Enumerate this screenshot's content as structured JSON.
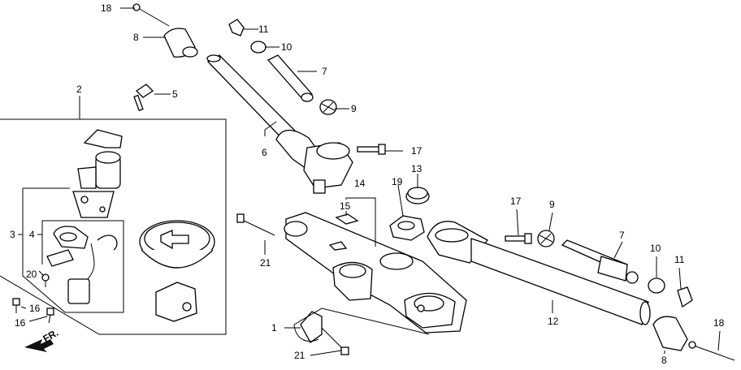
{
  "callouts": {
    "c1": "1",
    "c2": "2",
    "c3": "3",
    "c4": "4",
    "c5": "5",
    "c6": "6",
    "c7a": "7",
    "c7b": "7",
    "c8a": "8",
    "c8b": "8",
    "c9a": "9",
    "c9b": "9",
    "c10a": "10",
    "c10b": "10",
    "c11a": "11",
    "c11b": "11",
    "c12": "12",
    "c13": "13",
    "c14": "14",
    "c15": "15",
    "c16a": "16",
    "c16b": "16",
    "c17a": "17",
    "c17b": "17",
    "c18a": "18",
    "c18b": "18",
    "c19": "19",
    "c20": "20",
    "c21a": "21",
    "c21b": "21"
  },
  "direction_label": "FR."
}
